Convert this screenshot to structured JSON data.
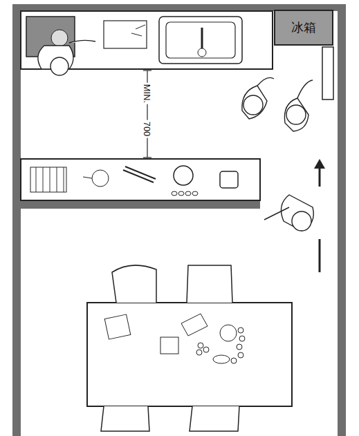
{
  "diagram": {
    "nodes": [
      {
        "text": [
          "冰箱"
        ]
      }
    ],
    "labels": [
      "MIN.",
      "700"
    ]
  }
}
